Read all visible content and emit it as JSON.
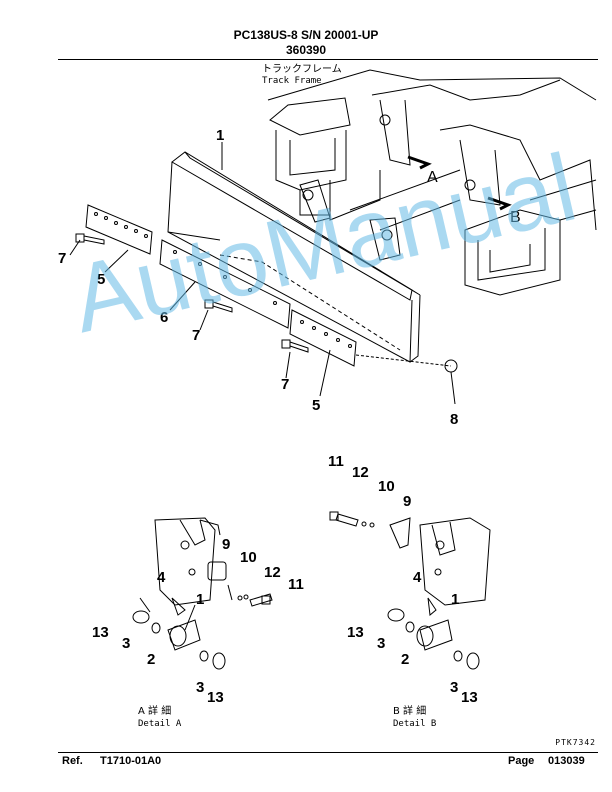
{
  "header": {
    "model": "PC138US-8 S/N 20001-UP",
    "part_group": "360390"
  },
  "labels": {
    "track_frame_jp": "トラックフレーム",
    "track_frame_en": "Track Frame",
    "arrow_a": "A",
    "arrow_b": "B",
    "detail_a_jp": "A 詳 細",
    "detail_a_en": "Detail A",
    "detail_b_jp": "B 詳 細",
    "detail_b_en": "Detail B"
  },
  "callouts": {
    "c1": "1",
    "c5a": "5",
    "c6": "6",
    "c7a": "7",
    "c7b": "7",
    "c7c": "7",
    "c5b": "5",
    "c8": "8",
    "a9": "9",
    "a10": "10",
    "a12": "12",
    "a11": "11",
    "a4": "4",
    "a1": "1",
    "a13a": "13",
    "a3a": "3",
    "a2": "2",
    "a3b": "3",
    "a13b": "13",
    "b11": "11",
    "b12": "12",
    "b10": "10",
    "b9": "9",
    "b4": "4",
    "b1": "1",
    "b13a": "13",
    "b3a": "3",
    "b2": "2",
    "b3b": "3",
    "b13b": "13"
  },
  "drawing_code": "PTK7342",
  "watermark": "AutoManual",
  "footer": {
    "ref_label": "Ref.",
    "ref_value": "T1710-01A0",
    "page_label": "Page",
    "page_value": "013039"
  }
}
